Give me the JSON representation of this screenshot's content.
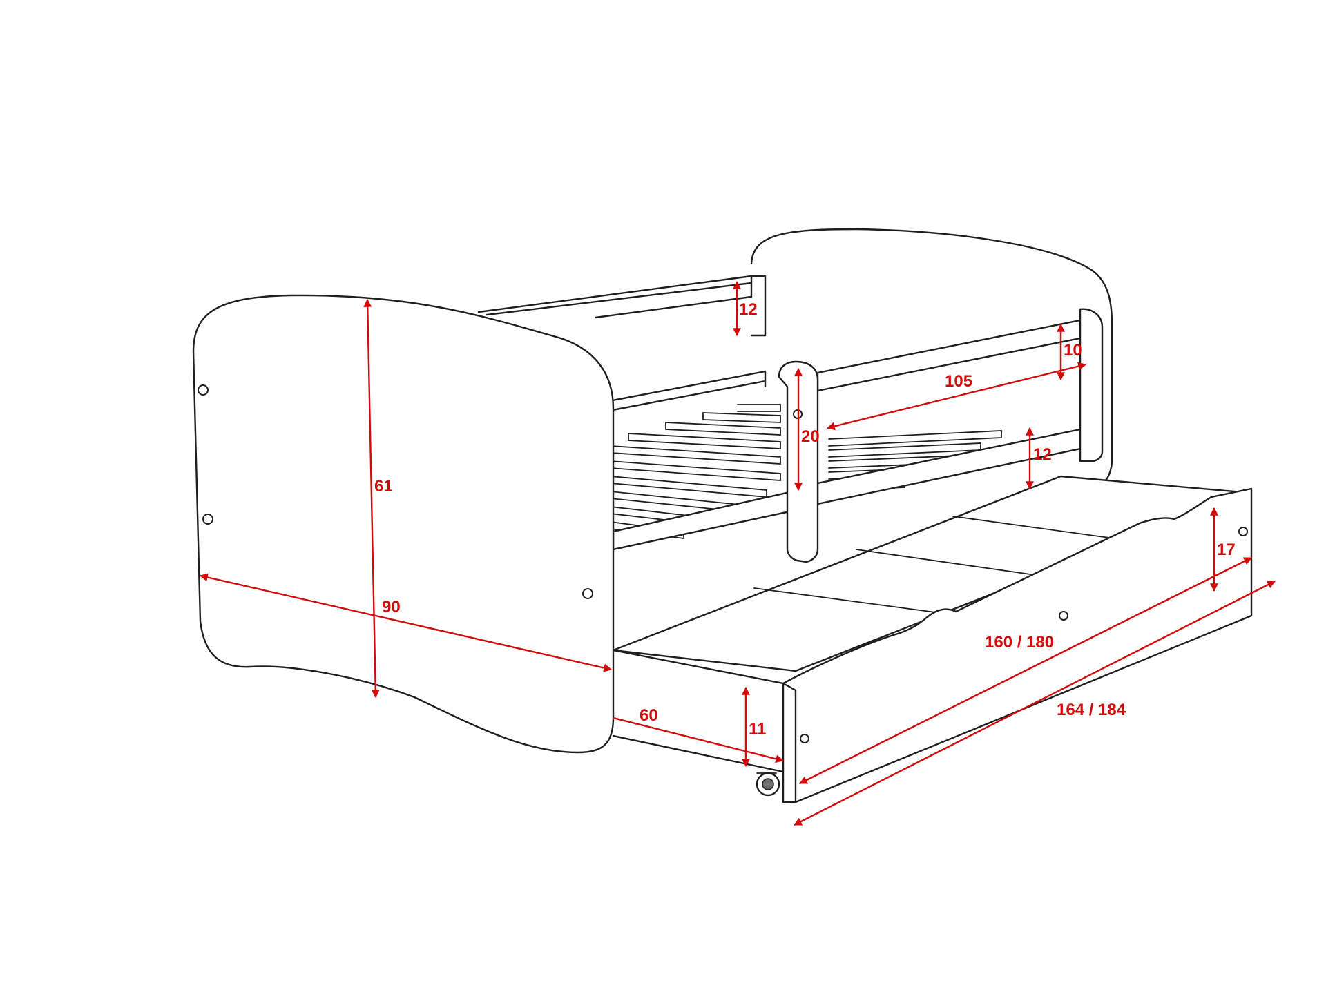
{
  "dimensions": {
    "headboard_height": "61",
    "bed_width": "90",
    "rail_height_back": "12",
    "guard_rail_gap": "10",
    "guard_rail_length": "105",
    "guard_height": "20",
    "guard_rail_height": "12",
    "drawer_height": "17",
    "drawer_inner_length": "160 / 180",
    "total_length": "164 / 184",
    "drawer_depth": "60",
    "floor_clearance": "11"
  },
  "colors": {
    "dimension": "#d20a0a",
    "outline": "#1e1e1e",
    "background": "#ffffff"
  },
  "icons": [
    "caster-wheel-icon"
  ]
}
